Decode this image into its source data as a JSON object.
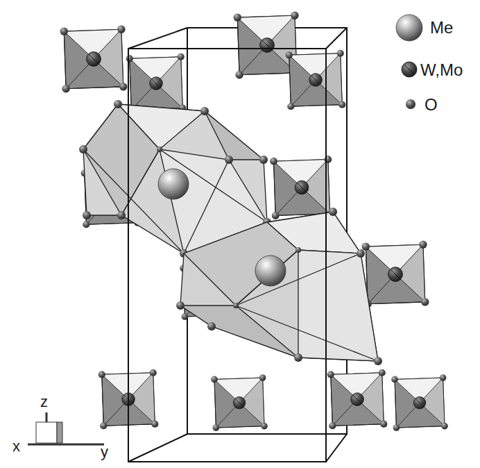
{
  "diagram": {
    "labels": [
      "z",
      "x",
      "y"
    ],
    "legend": [
      {
        "text": "Me"
      },
      {
        "text": "W,Mo"
      },
      {
        "text": "O"
      }
    ]
  }
}
